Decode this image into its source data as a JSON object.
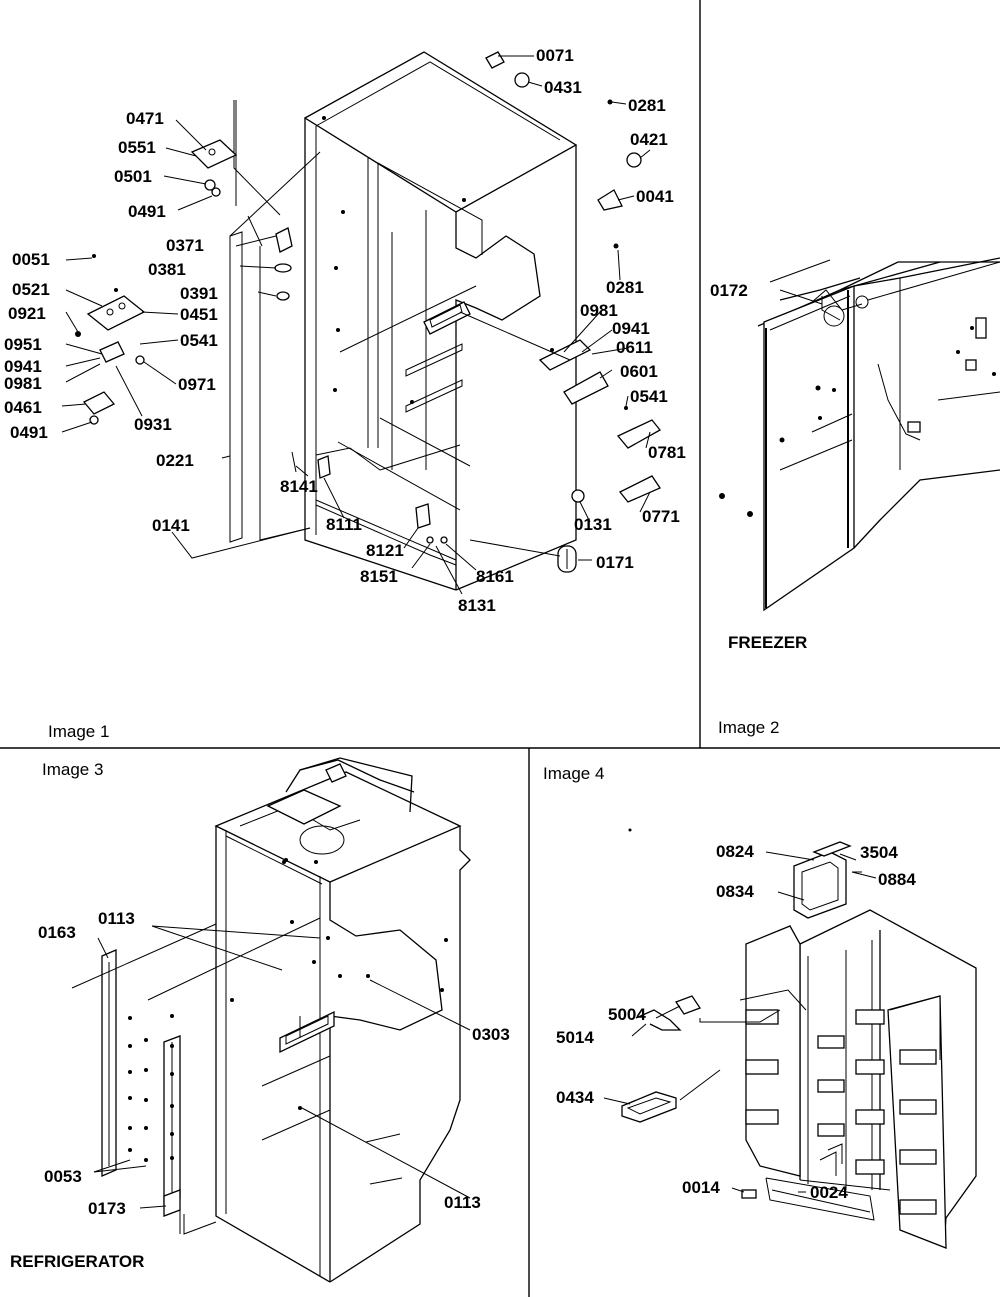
{
  "panels": [
    {
      "id": "image-1",
      "caption": "Image 1",
      "section_label": ""
    },
    {
      "id": "image-2",
      "caption": "Image 2",
      "section_label": "FREEZER"
    },
    {
      "id": "image-3",
      "caption": "Image 3",
      "section_label": "REFRIGERATOR"
    },
    {
      "id": "image-4",
      "caption": "Image 4",
      "section_label": ""
    }
  ],
  "image1_parts": [
    "0071",
    "0431",
    "0281",
    "0421",
    "0041",
    "0281",
    "0471",
    "0551",
    "0501",
    "0491",
    "0371",
    "0381",
    "0391",
    "0051",
    "0521",
    "0451",
    "0921",
    "0541",
    "0951",
    "0941",
    "0981",
    "0971",
    "0461",
    "0931",
    "0491",
    "0981",
    "0941",
    "0611",
    "0601",
    "0541",
    "0781",
    "0771",
    "0221",
    "8141",
    "8111",
    "0141",
    "0131",
    "8121",
    "8151",
    "8161",
    "8131",
    "0171"
  ],
  "image2_parts": [
    "0172"
  ],
  "image3_parts": [
    "0163",
    "0113",
    "0303",
    "0053",
    "0173",
    "0113"
  ],
  "image4_parts": [
    "0824",
    "3504",
    "0884",
    "0834",
    "5004",
    "5014",
    "0434",
    "0014",
    "0024"
  ]
}
